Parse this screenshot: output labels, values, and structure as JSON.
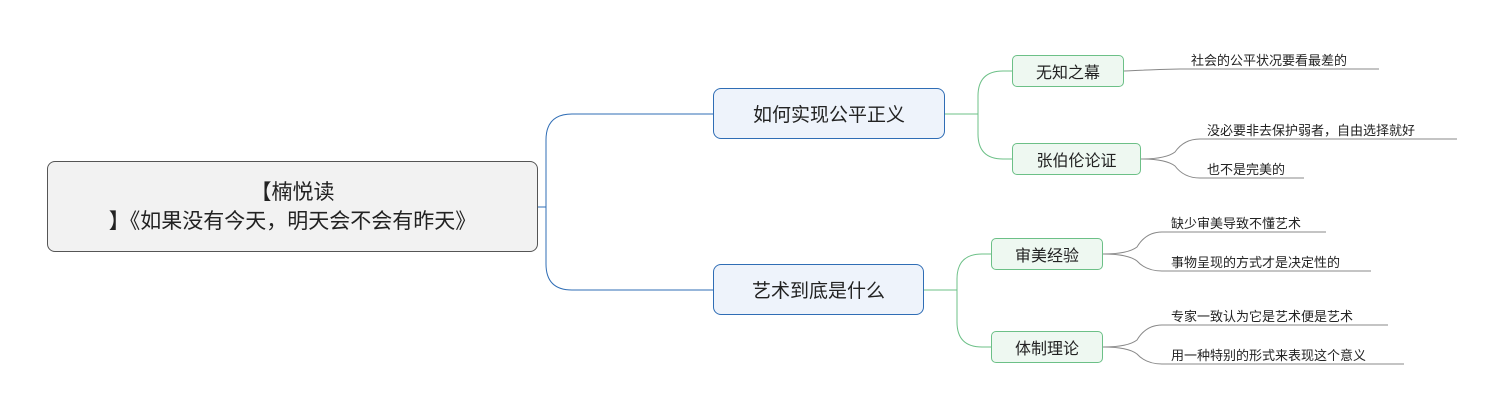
{
  "root": {
    "line1": "【楠悦读",
    "line2": "】《如果没有今天，明天会不会有昨天》"
  },
  "branches": [
    {
      "label": "如何实现公平正义",
      "children": [
        {
          "label": "无知之幕",
          "leaves": [
            "社会的公平状况要看最差的"
          ]
        },
        {
          "label": "张伯伦论证",
          "leaves": [
            "没必要非去保护弱者，自由选择就好",
            "也不是完美的"
          ]
        }
      ]
    },
    {
      "label": "艺术到底是什么",
      "children": [
        {
          "label": "审美经验",
          "leaves": [
            "缺少审美导致不懂艺术",
            "事物呈现的方式才是决定性的"
          ]
        },
        {
          "label": "体制理论",
          "leaves": [
            "专家一致认为它是艺术便是艺术",
            "用一种特别的形式来表现这个意义"
          ]
        }
      ]
    }
  ],
  "colors": {
    "blue_link": "#2f6db5",
    "green_link": "#6cc087",
    "gray_link": "#888888"
  }
}
